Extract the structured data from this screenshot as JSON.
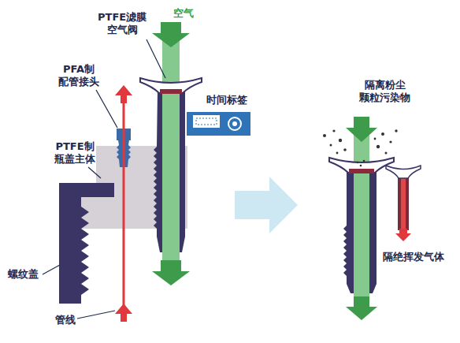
{
  "diagram": {
    "labels": [
      "PTFE滤膜 空气阀",
      "空气",
      "PFA制 配管接头",
      "时间标签",
      "PTFE制 瓶盖主体",
      "螺纹盖",
      "管线",
      "隔离粉尘 颗粒污染物",
      "隔绝挥发气体"
    ]
  }
}
